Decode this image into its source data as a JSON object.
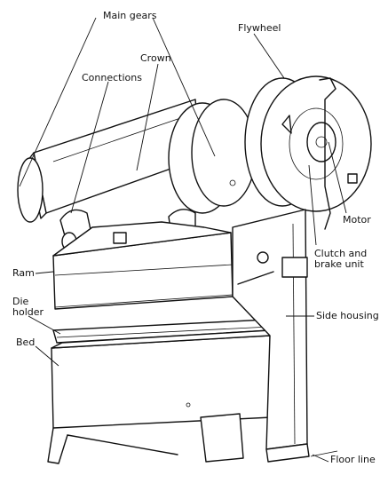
{
  "labels": {
    "main_gears": "Main gears",
    "crown": "Crown",
    "connections": "Connections",
    "flywheel": "Flywheel",
    "motor": "Motor",
    "clutch_brake": "Clutch and\nbrake unit",
    "ram": "Ram",
    "die_holder": "Die\nholder",
    "bed": "Bed",
    "side_housing": "Side housing",
    "floor_line": "Floor line"
  }
}
